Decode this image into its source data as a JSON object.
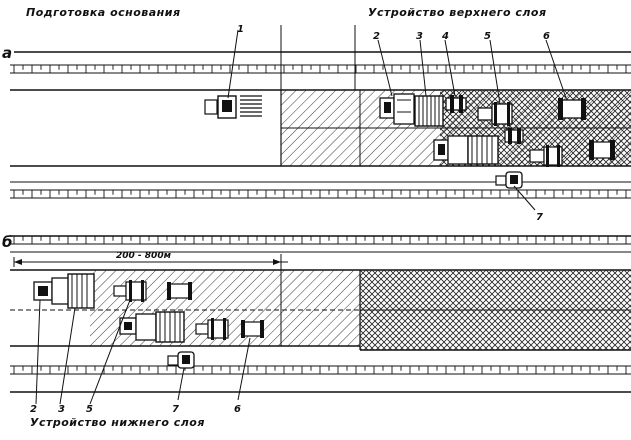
{
  "titles": {
    "top_left": "Подготовка основания",
    "top_right": "Устройство верхнего слоя",
    "bottom": "Устройство нижнего слоя"
  },
  "panel_marks": {
    "a": "а",
    "b": "б"
  },
  "dimension": {
    "label": "200 - 800м"
  },
  "callouts_top": [
    "1",
    "2",
    "3",
    "4",
    "5",
    "6",
    "7"
  ],
  "callouts_bottom": [
    "2",
    "3",
    "5",
    "7",
    "6"
  ]
}
